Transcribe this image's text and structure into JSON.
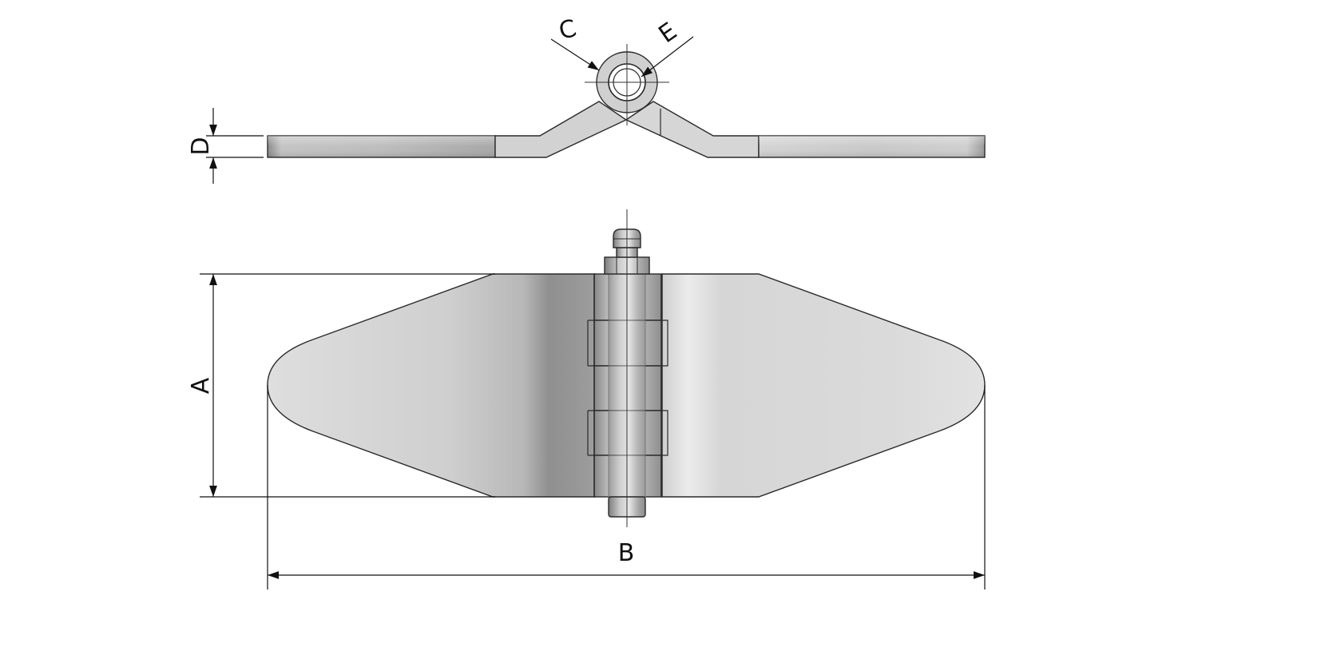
{
  "labels": {
    "a": "A",
    "b": "B",
    "c": "C",
    "d": "D",
    "e": "E"
  },
  "colors": {
    "line": "#111111",
    "outline": "#2a2a2a",
    "plate_dark": "#9a9a9a",
    "plate_mid": "#bdbdbd",
    "plate_light": "#e4e4e4",
    "background": "#ffffff"
  }
}
